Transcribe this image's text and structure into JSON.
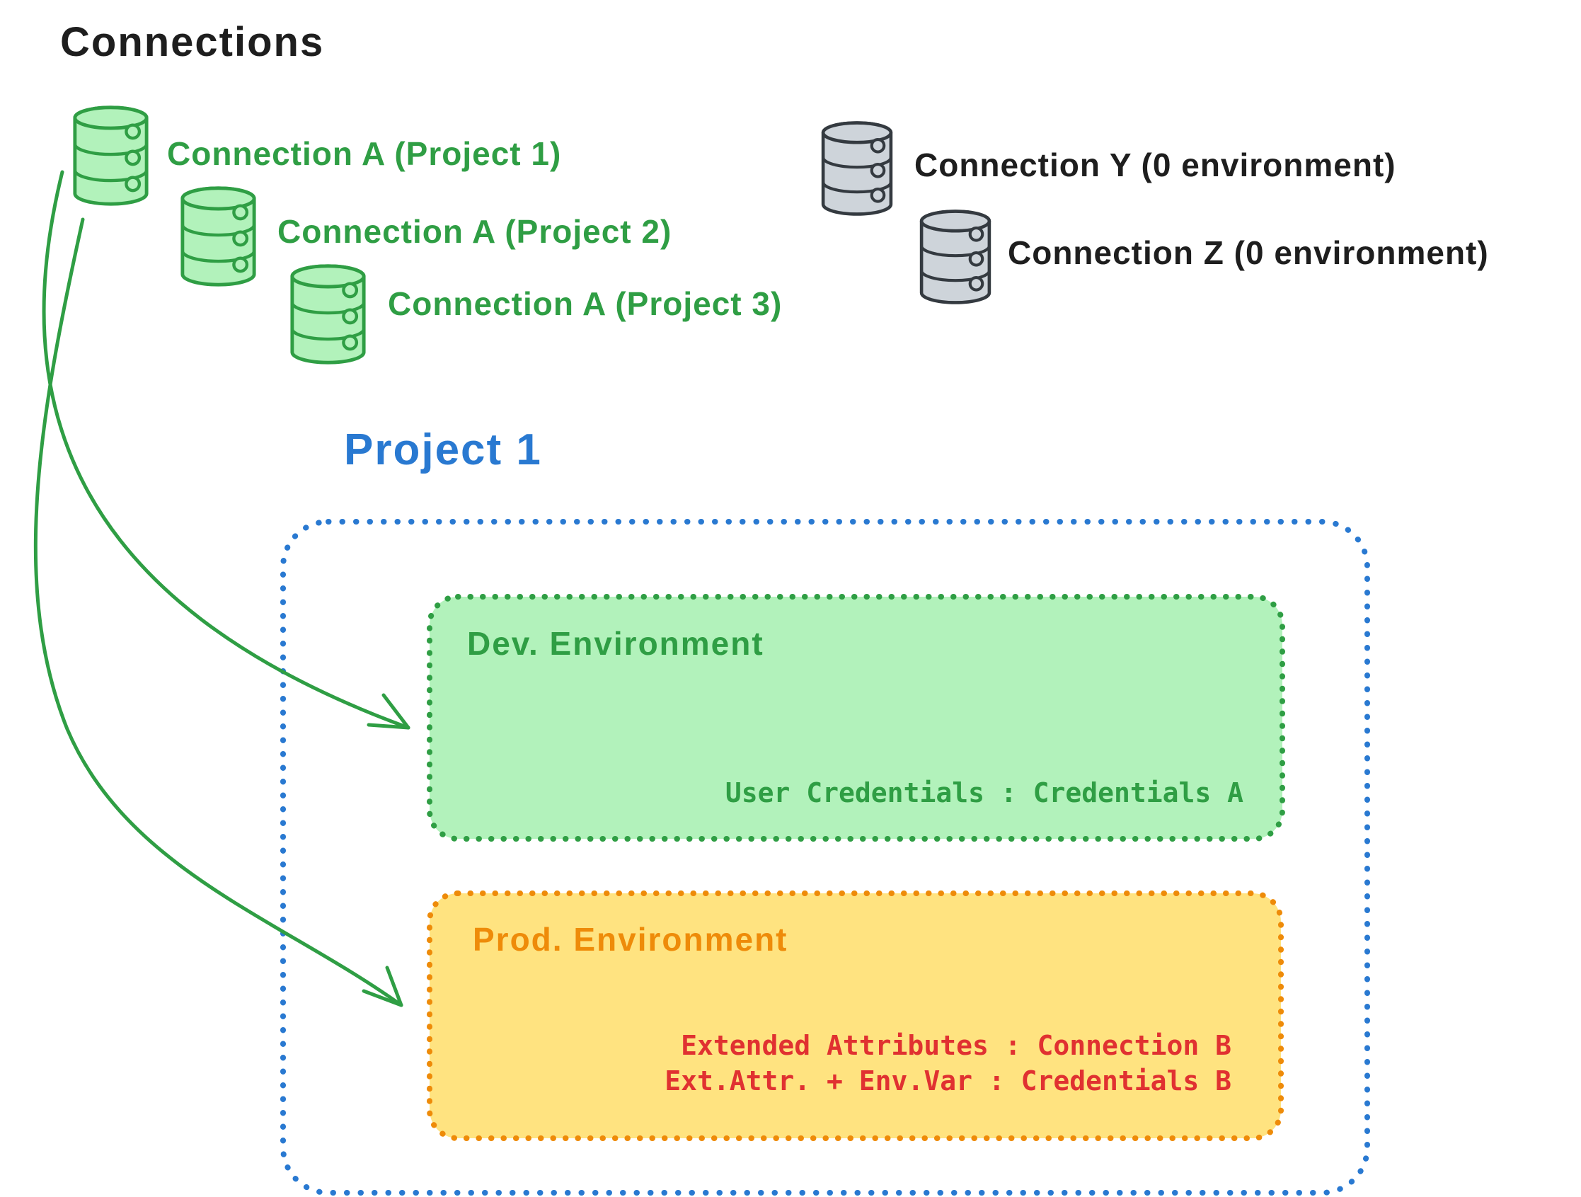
{
  "title": "Connections",
  "green_connections": [
    {
      "label": "Connection A (Project 1)"
    },
    {
      "label": "Connection A (Project 2)"
    },
    {
      "label": "Connection A (Project 3)"
    }
  ],
  "gray_connections": [
    {
      "label": "Connection Y (0 environment)"
    },
    {
      "label": "Connection Z (0 environment)"
    }
  ],
  "project": {
    "title": "Project 1",
    "dev": {
      "name": "Dev. Environment",
      "mapping": "User Credentials : Credentials A"
    },
    "prod": {
      "name": "Prod. Environment",
      "mapping_line1": "Extended Attributes : Connection B",
      "mapping_line2": "Ext.Attr. + Env.Var : Credentials B"
    }
  },
  "icons": {
    "green_database": "database-icon",
    "gray_database": "database-icon",
    "arrows": "curved-arrow"
  },
  "colors": {
    "ink": "#1e1e1e",
    "green": "#2f9e44",
    "green_fill": "#b2f2bb",
    "gray": "#343a40",
    "gray_fill": "#ced4da",
    "blue": "#2979d1",
    "orange": "#ee8b09",
    "yellow_fill": "#ffe380",
    "red": "#e03131"
  }
}
